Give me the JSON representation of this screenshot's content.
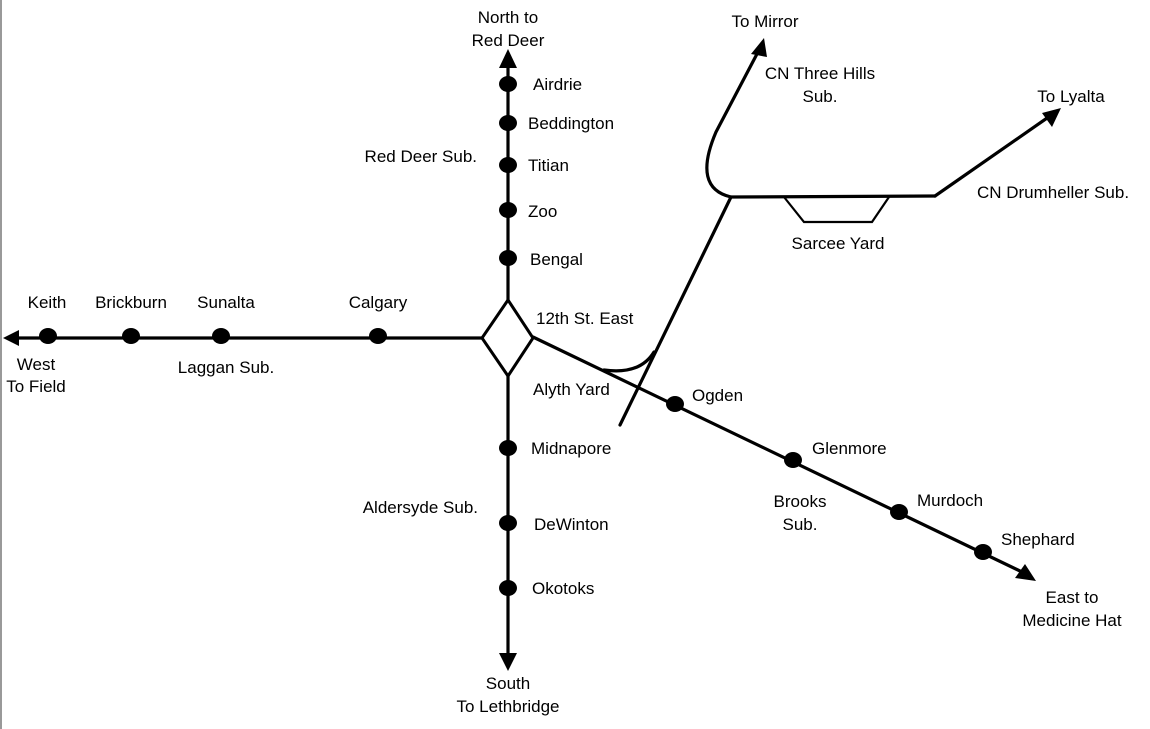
{
  "stations": {
    "airdrie": "Airdrie",
    "beddington": "Beddington",
    "titian": "Titian",
    "zoo": "Zoo",
    "bengal": "Bengal",
    "keith": "Keith",
    "brickburn": "Brickburn",
    "sunalta": "Sunalta",
    "calgary": "Calgary",
    "midnapore": "Midnapore",
    "dewinton": "DeWinton",
    "okotoks": "Okotoks",
    "ogden": "Ogden",
    "glenmore": "Glenmore",
    "murdoch": "Murdoch",
    "shephard": "Shephard"
  },
  "junction": "12th St. East",
  "yards": {
    "alyth": "Alyth Yard",
    "sarcee": "Sarcee Yard"
  },
  "subdivisions": {
    "red_deer": "Red Deer Sub.",
    "laggan": "Laggan Sub.",
    "aldersyde": "Aldersyde Sub.",
    "brooks": [
      "Brooks",
      "Sub."
    ],
    "cn_three_hills": [
      "CN Three Hills",
      "Sub."
    ],
    "cn_drumheller": "CN Drumheller Sub."
  },
  "destinations": {
    "north": [
      "North to",
      "Red Deer"
    ],
    "west": [
      "West",
      "To Field"
    ],
    "south": [
      "South",
      "To Lethbridge"
    ],
    "east": [
      "East to",
      "Medicine Hat"
    ],
    "mirror": "To Mirror",
    "lyalta": "To Lyalta"
  }
}
